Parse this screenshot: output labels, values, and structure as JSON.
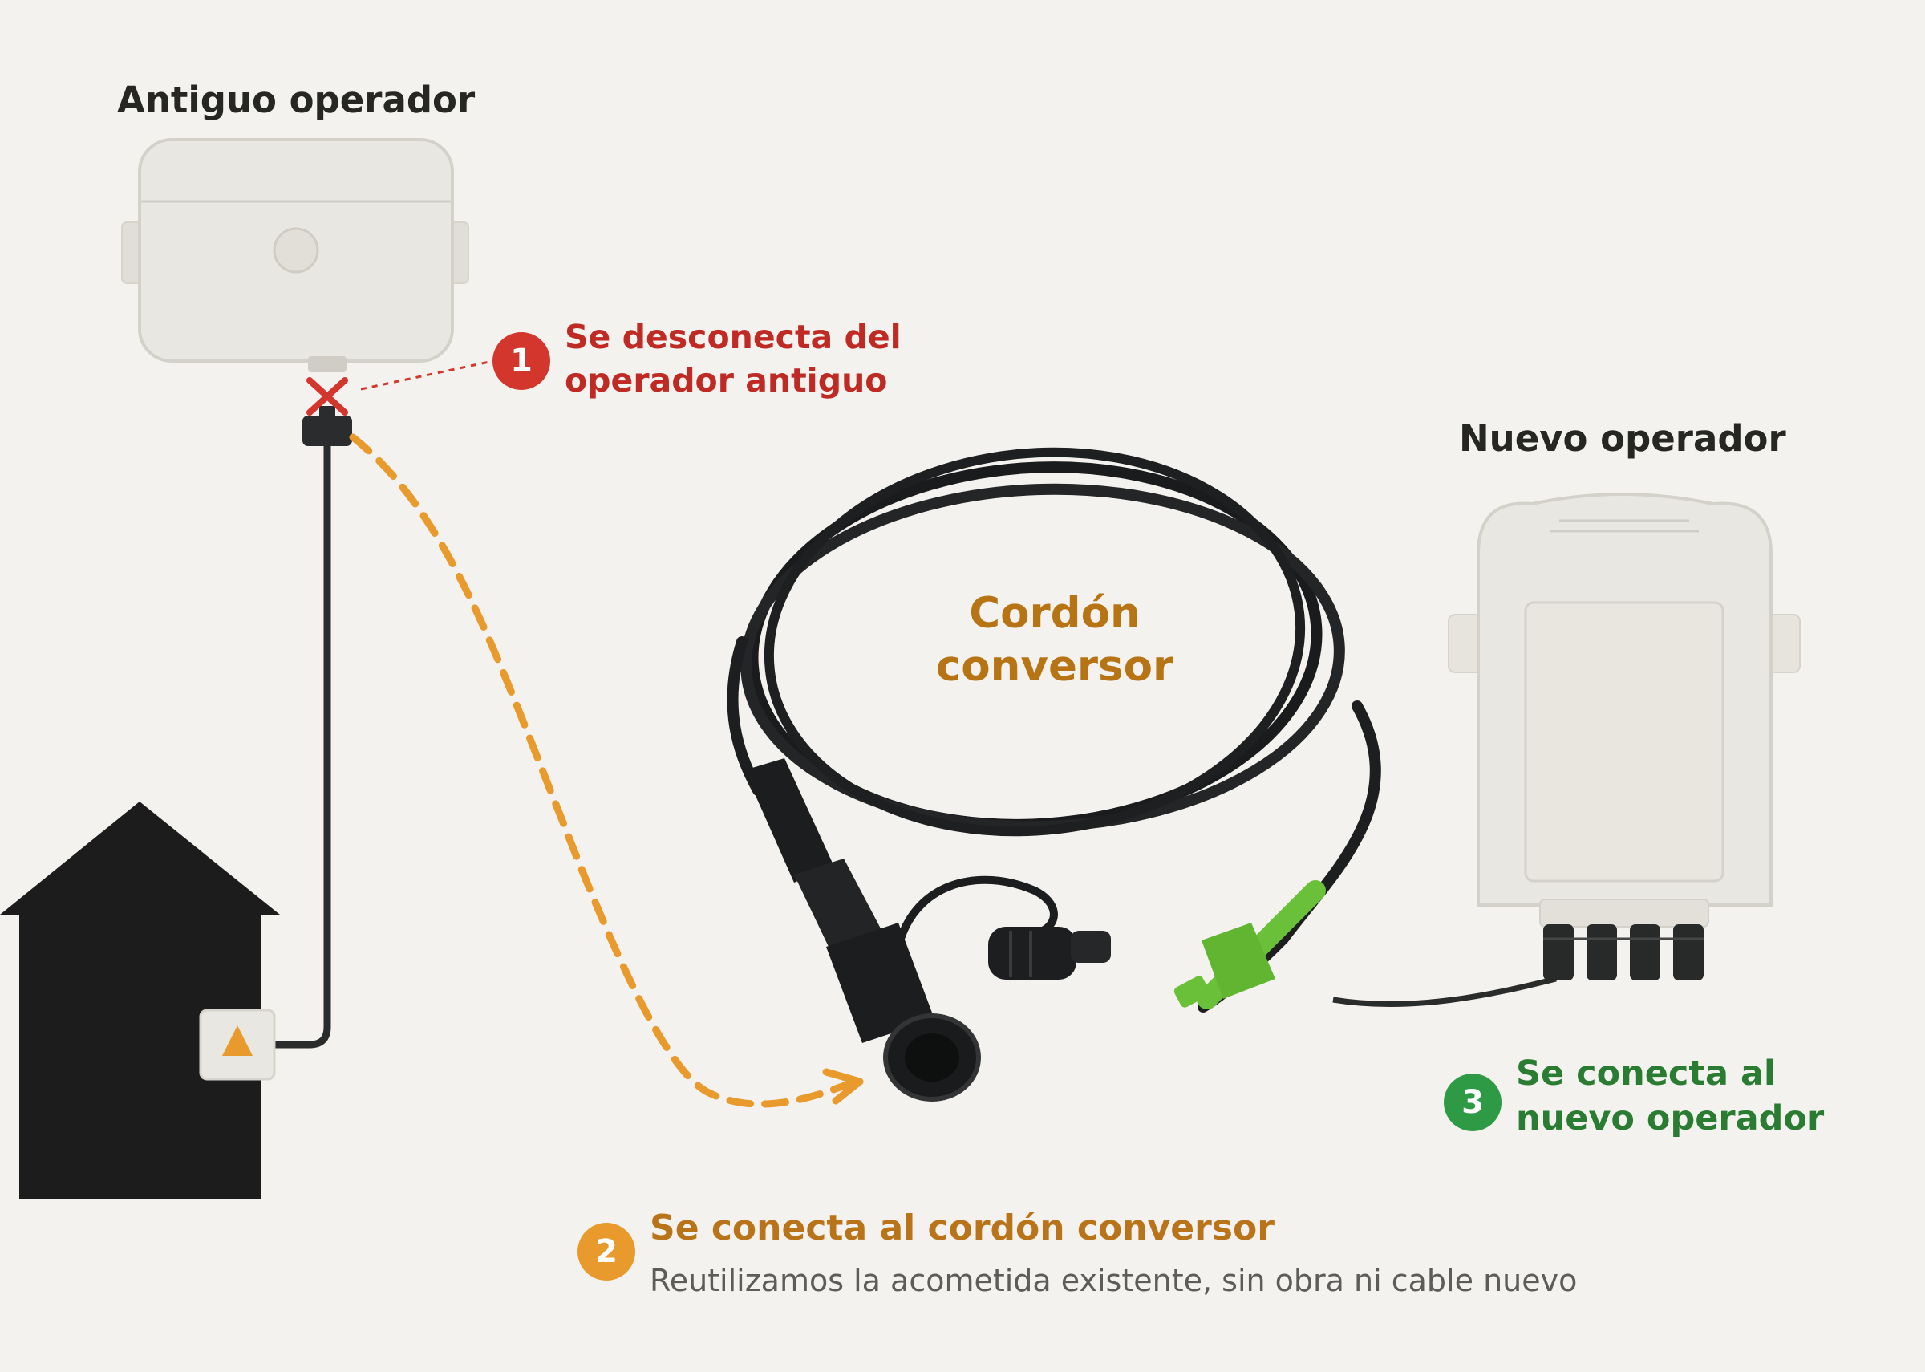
{
  "old_operator": {
    "title": "Antiguo operador"
  },
  "new_operator": {
    "title": "Nuevo operador"
  },
  "converter": {
    "label_line1": "Cordón",
    "label_line2": "conversor"
  },
  "steps": [
    {
      "number": "1",
      "line1": "Se desconecta del",
      "line2": "operador antiguo",
      "color": "#d3362c"
    },
    {
      "number": "2",
      "line1": "Se conecta al cordón conversor",
      "subtitle": "Reutilizamos la acometida existente, sin obra ni cable nuevo",
      "color": "#e99a2c"
    },
    {
      "number": "3",
      "line1": "Se conecta al",
      "line2": "nuevo operador",
      "color": "#2f9a45"
    }
  ],
  "colors": {
    "background": "#f3f2ef",
    "house": "#1b1c1b",
    "box": "#e9e7e1",
    "fiber_green": "#6bc03a",
    "dashed_path": "#e99a2c"
  },
  "icons": [
    "house-icon",
    "wall-socket-icon",
    "disconnect-x-icon",
    "fiber-connector-icon",
    "sc-apc-connector-icon",
    "dust-cap-icon"
  ]
}
